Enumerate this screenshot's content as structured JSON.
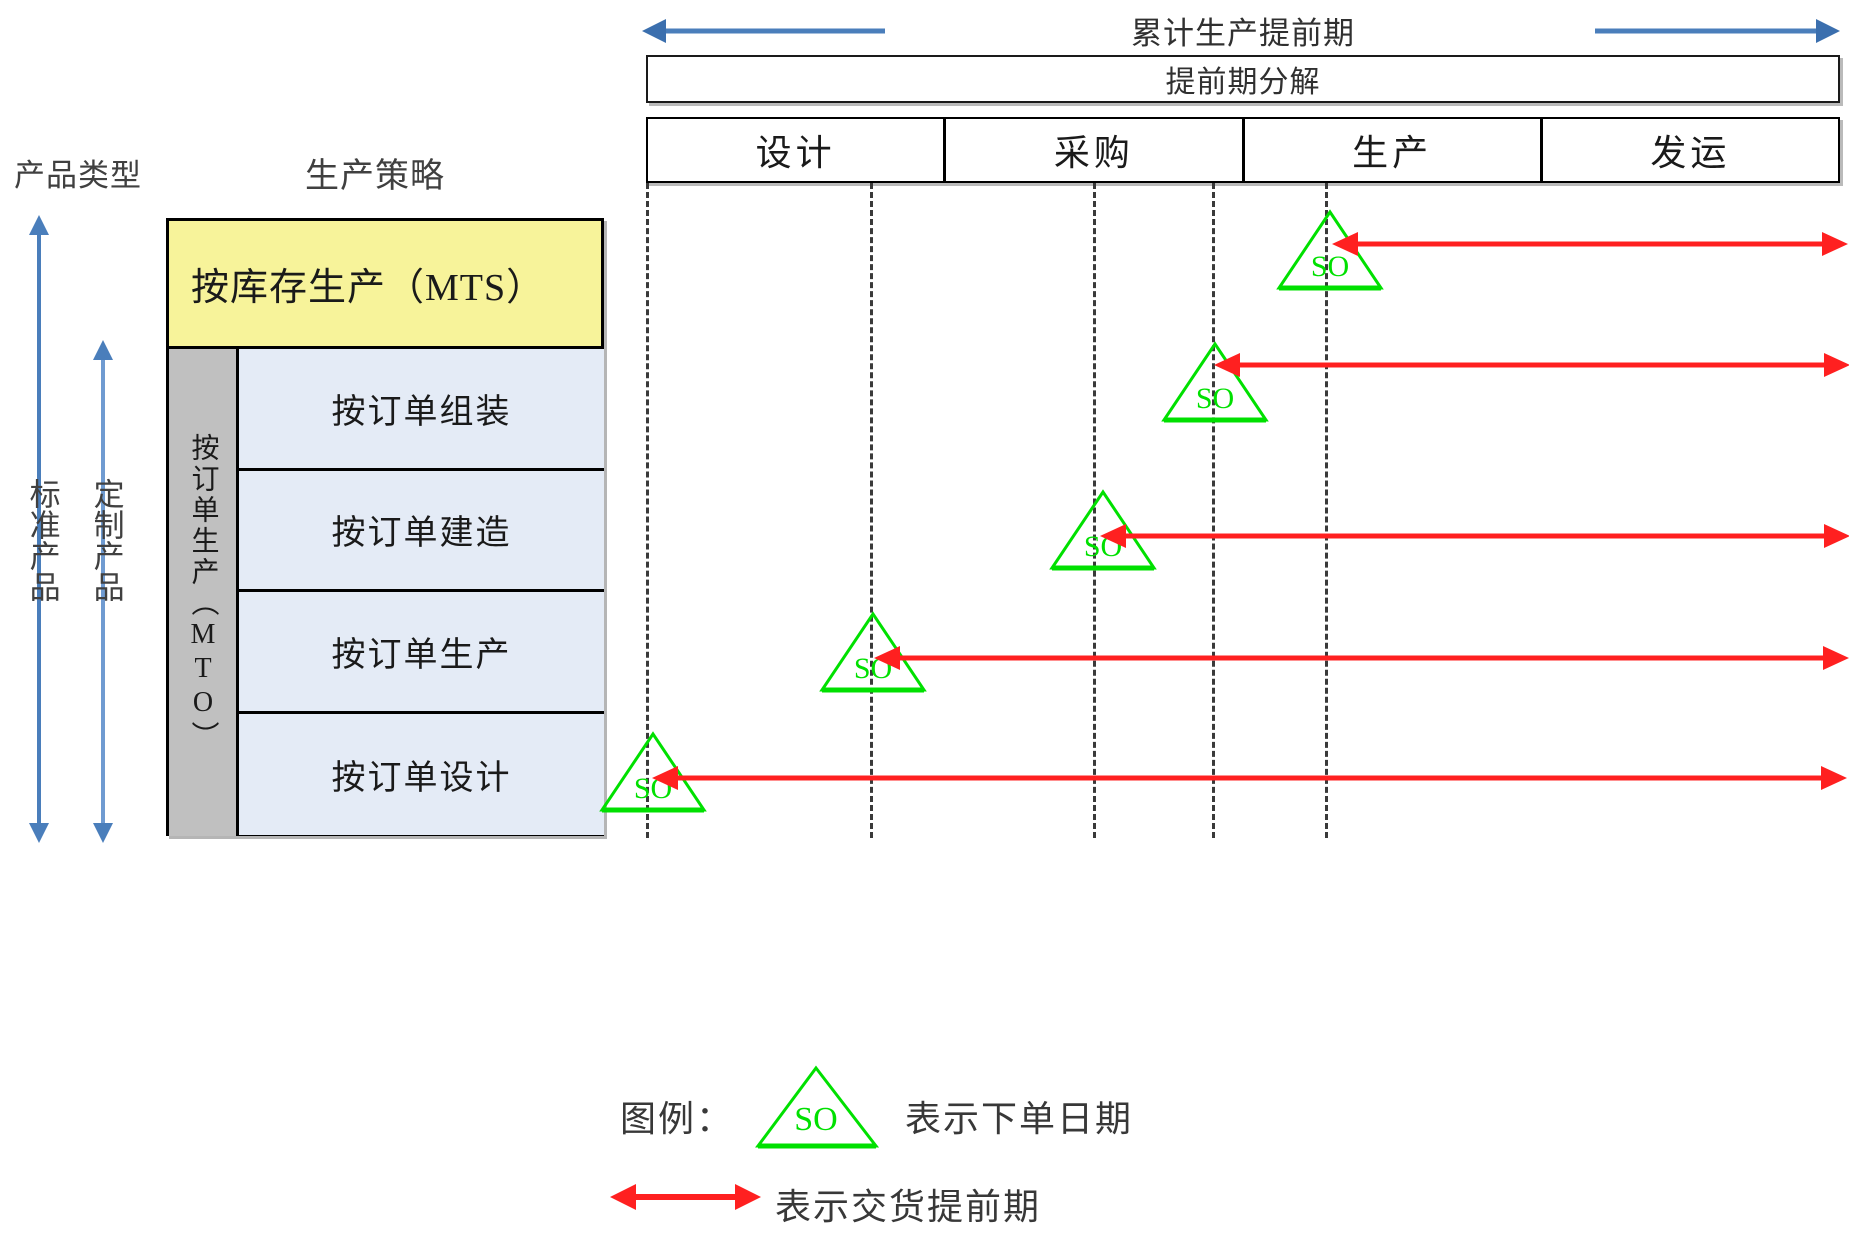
{
  "axis": {
    "product_type_label": "产品类型",
    "standard_label": "标准产品",
    "custom_label": "定制产品"
  },
  "strategy": {
    "title": "生产策略",
    "mts_label": "按库存生产（MTS）",
    "mto_side_label": "按订单生产（MTO）",
    "mto_rows": [
      {
        "label": "按订单组装"
      },
      {
        "label": "按订单建造"
      },
      {
        "label": "按订单生产"
      },
      {
        "label": "按订单设计"
      }
    ]
  },
  "timeline": {
    "cumulative_label": "累计生产提前期",
    "breakdown_label": "提前期分解",
    "stages": [
      {
        "label": "设计"
      },
      {
        "label": "采购"
      },
      {
        "label": "生产"
      },
      {
        "label": "发运"
      }
    ]
  },
  "order_markers": [
    {
      "label": "SO",
      "stage_index": 3,
      "row": "按库存生产（MTS）"
    },
    {
      "label": "SO",
      "stage_index": 2,
      "row": "按订单组装"
    },
    {
      "label": "SO",
      "stage_index": 1,
      "row": "按订单建造"
    },
    {
      "label": "SO",
      "stage_index": 0,
      "row": "按订单生产"
    },
    {
      "label": "SO",
      "stage_index": -1,
      "row": "按订单设计"
    }
  ],
  "legend": {
    "title": "图例：",
    "marker_symbol": "SO",
    "marker_text": "表示下单日期",
    "arrow_text": "表示交货提前期"
  },
  "colors": {
    "mts_fill": "#f7f39a",
    "mto_fill": "#e4ebf6",
    "mto_side_fill": "#c0c0c0",
    "marker_green": "#00e000",
    "lead_arrow_red": "#ff2020",
    "axis_blue": "#4a7ebb"
  }
}
